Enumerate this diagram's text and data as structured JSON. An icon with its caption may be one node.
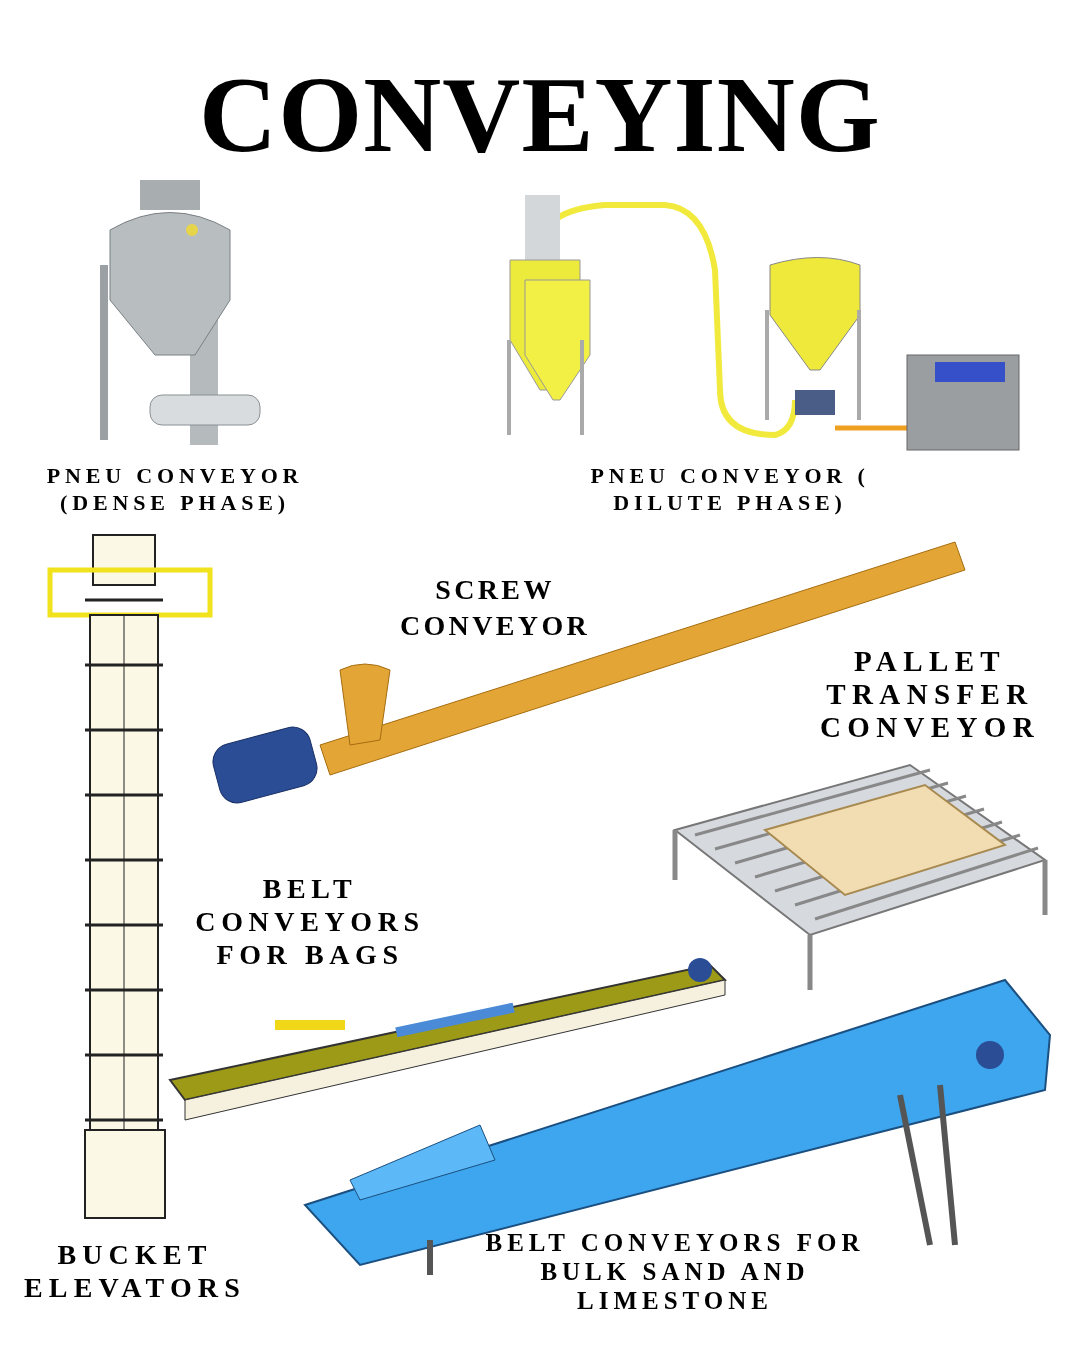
{
  "diagram": {
    "title": "CONVEYING",
    "labels": [
      "PNEU CONVEYOR (DENSE PHASE)",
      "PNEU CONVEYOR ( DILUTE PHASE)",
      "SCREW CONVEYOR",
      "PALLET TRANSFER CONVEYOR",
      "BELT CONVEYORS FOR BAGS",
      "BELT CONVEYORS FOR BULK SAND AND LIMESTONE",
      "BUCKET ELEVATORS"
    ]
  }
}
